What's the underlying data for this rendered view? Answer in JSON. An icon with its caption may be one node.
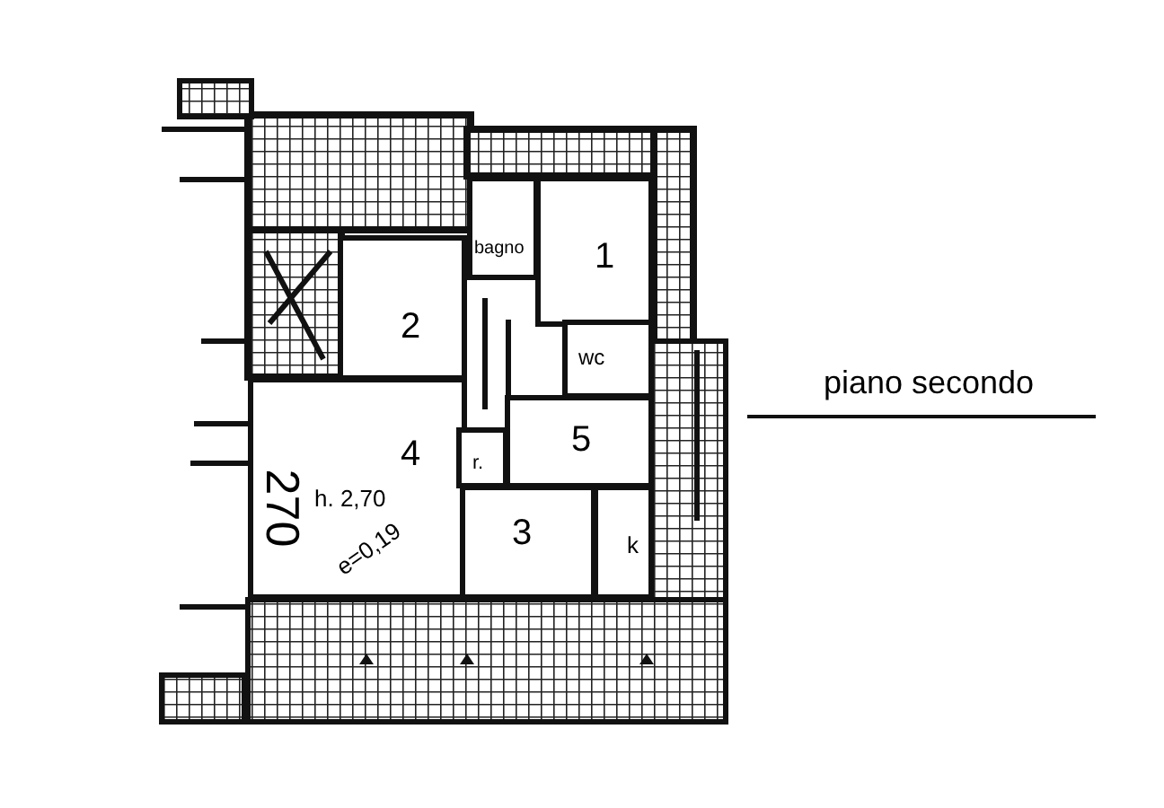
{
  "diagram": {
    "title": "piano secondo",
    "nodes": [
      {
        "text": [
          "1"
        ]
      },
      {
        "text": [
          "2"
        ]
      },
      {
        "text": [
          "bagno"
        ]
      },
      {
        "text": [
          "wc"
        ]
      },
      {
        "text": [
          "4",
          "h. 2,70",
          "e=0,19"
        ]
      },
      {
        "text": [
          "5"
        ]
      },
      {
        "text": [
          "r."
        ]
      },
      {
        "text": [
          "3"
        ]
      },
      {
        "text": [
          "k"
        ]
      }
    ],
    "labels": [
      "270"
    ]
  }
}
